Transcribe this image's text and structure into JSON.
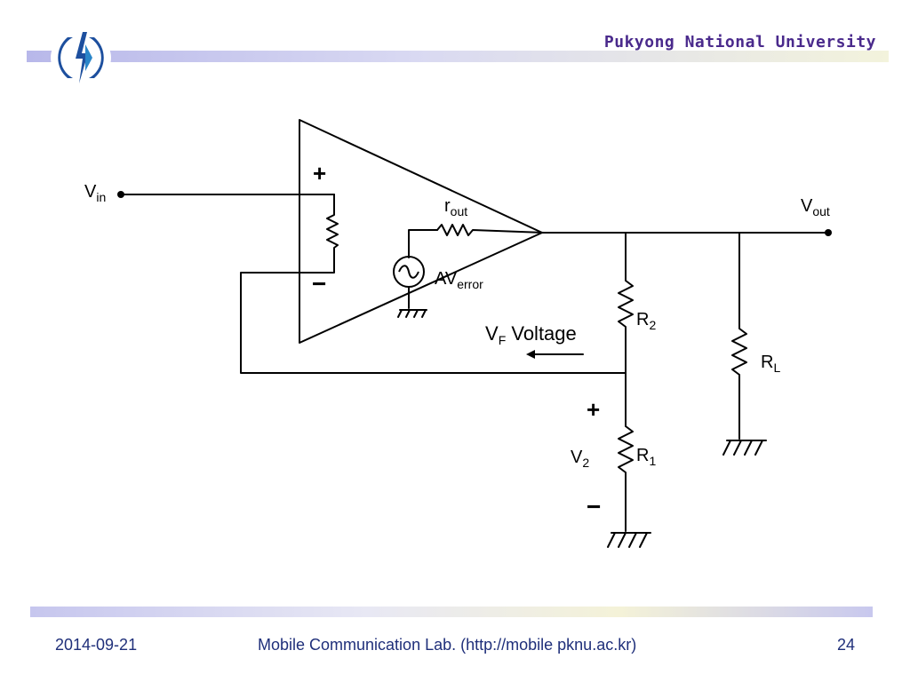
{
  "header": {
    "university": "Pukyong National University"
  },
  "diagram": {
    "plus_in": "+",
    "minus_in": "−",
    "vin_main": "V",
    "vin_sub": "in",
    "rout_main": "r",
    "rout_sub": "out",
    "averror_main": "AV",
    "averror_sub": "error",
    "vout_main": "V",
    "vout_sub": "out",
    "r2_main": "R",
    "r2_sub": "2",
    "vf_main": "V",
    "vf_sub": "F",
    "vf_rest": " Voltage",
    "rl_main": "R",
    "rl_sub": "L",
    "plus_v2": "+",
    "minus_v2": "−",
    "v2_main": "V",
    "v2_sub": "2",
    "r1_main": "R",
    "r1_sub": "1"
  },
  "footer": {
    "date": "2014-09-21",
    "lab": "Mobile Communication Lab. (http://mobile pknu.ac.kr)",
    "page": "24"
  },
  "colors": {
    "header_text": "#4a2a8c",
    "footer_text": "#1f2f7a",
    "logo_blue": "#1d4f9e"
  }
}
